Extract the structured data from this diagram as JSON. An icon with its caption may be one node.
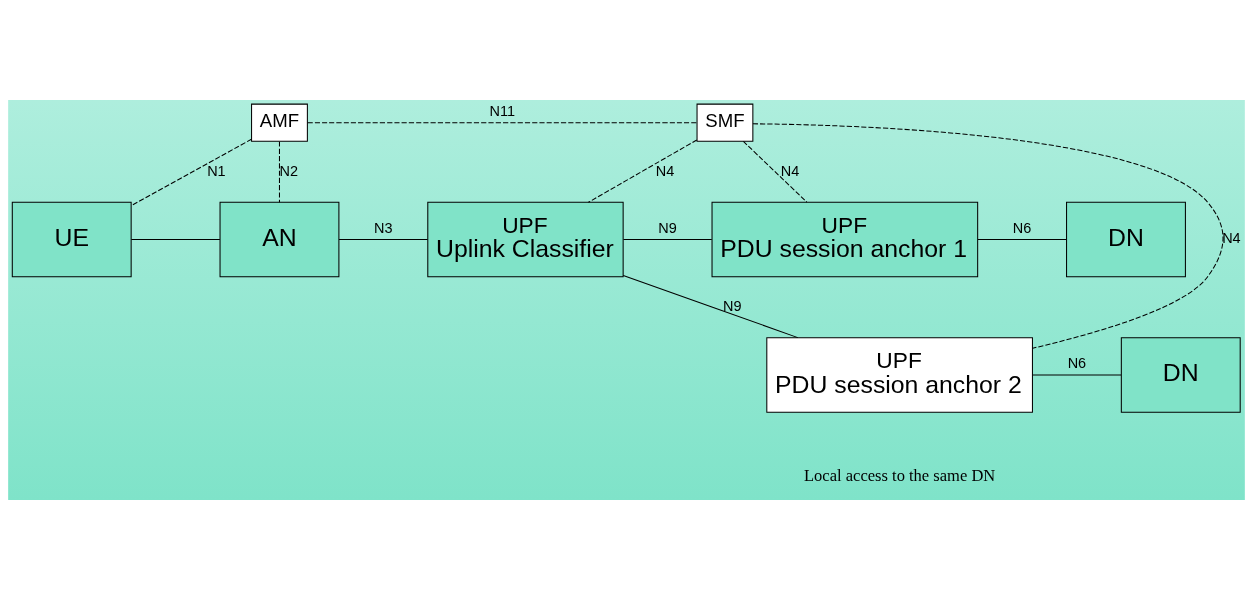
{
  "diagram": {
    "nodes": [
      {
        "text": [
          "AMF"
        ]
      },
      {
        "text": [
          "SMF"
        ]
      },
      {
        "text": [
          "UPF",
          "PDU session anchor 1"
        ]
      },
      {
        "text": [
          "DN"
        ]
      },
      {
        "text": [
          "UE"
        ]
      },
      {
        "text": [
          "AN"
        ]
      },
      {
        "text": [
          "UPF",
          "Uplink Classifier"
        ]
      },
      {
        "text": [
          "UPF",
          "PDU session anchor 2"
        ]
      },
      {
        "text": [
          "DN"
        ]
      }
    ],
    "edges": [
      {
        "from": 0,
        "to": 1,
        "arrow": "none",
        "label": "N11",
        "style": "dashed"
      },
      {
        "from": 0,
        "to": 4,
        "arrow": "none",
        "label": "N1",
        "style": "dashed"
      },
      {
        "from": 0,
        "to": 5,
        "arrow": "none",
        "label": "N2",
        "style": "dashed"
      },
      {
        "from": 1,
        "to": 6,
        "arrow": "none",
        "label": "N4",
        "style": "dashed"
      },
      {
        "from": 1,
        "to": 7,
        "arrow": "none",
        "label": "N4",
        "style": "dashed"
      },
      {
        "from": 1,
        "to": 2,
        "arrow": "none",
        "label": "N4",
        "style": "dashed"
      },
      {
        "from": 4,
        "to": 5,
        "arrow": "none"
      },
      {
        "from": 5,
        "to": 6,
        "arrow": "none",
        "label": "N3"
      },
      {
        "from": 6,
        "to": 2,
        "arrow": "none",
        "label": "N9"
      },
      {
        "from": 6,
        "to": 7,
        "arrow": "none",
        "label": "N9"
      },
      {
        "from": 2,
        "to": 3,
        "arrow": "none",
        "label": "N6"
      },
      {
        "from": 7,
        "to": 8,
        "arrow": "none",
        "label": "N6"
      }
    ],
    "labels": [
      "Local access to the same DN"
    ]
  }
}
